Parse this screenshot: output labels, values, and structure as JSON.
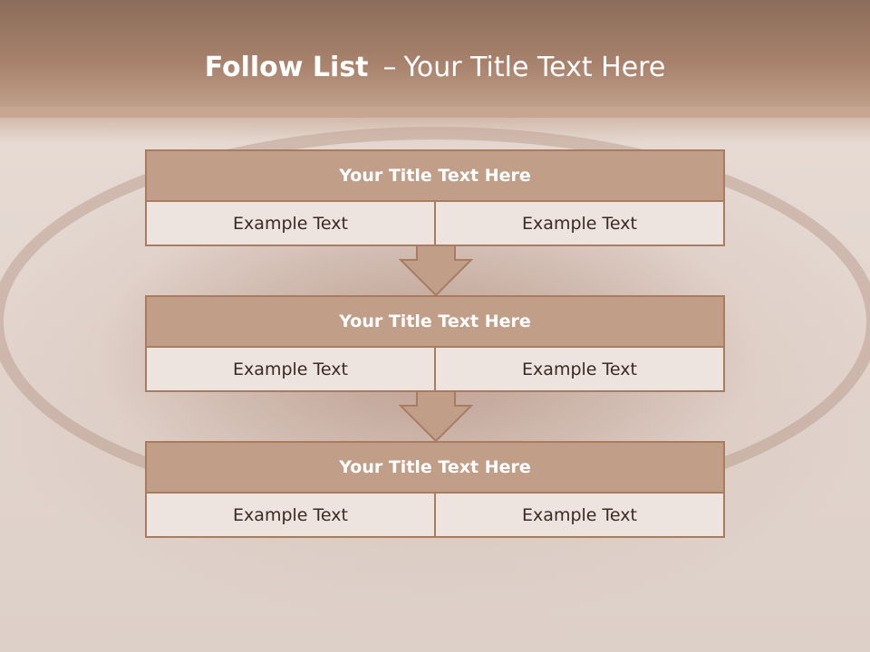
{
  "slide": {
    "title_bold": "Follow List",
    "title_sep": "–",
    "title_rest": "Your Title Text Here"
  },
  "blocks": [
    {
      "title": "Your Title Text Here",
      "left": "Example Text",
      "right": "Example Text"
    },
    {
      "title": "Your Title Text Here",
      "left": "Example Text",
      "right": "Example Text"
    },
    {
      "title": "Your Title Text Here",
      "left": "Example Text",
      "right": "Example Text"
    }
  ],
  "colors": {
    "title_fill": "#c19e88",
    "border": "#a97c62",
    "cell_fill": "#ede3df",
    "header_band": "#a8826c"
  }
}
